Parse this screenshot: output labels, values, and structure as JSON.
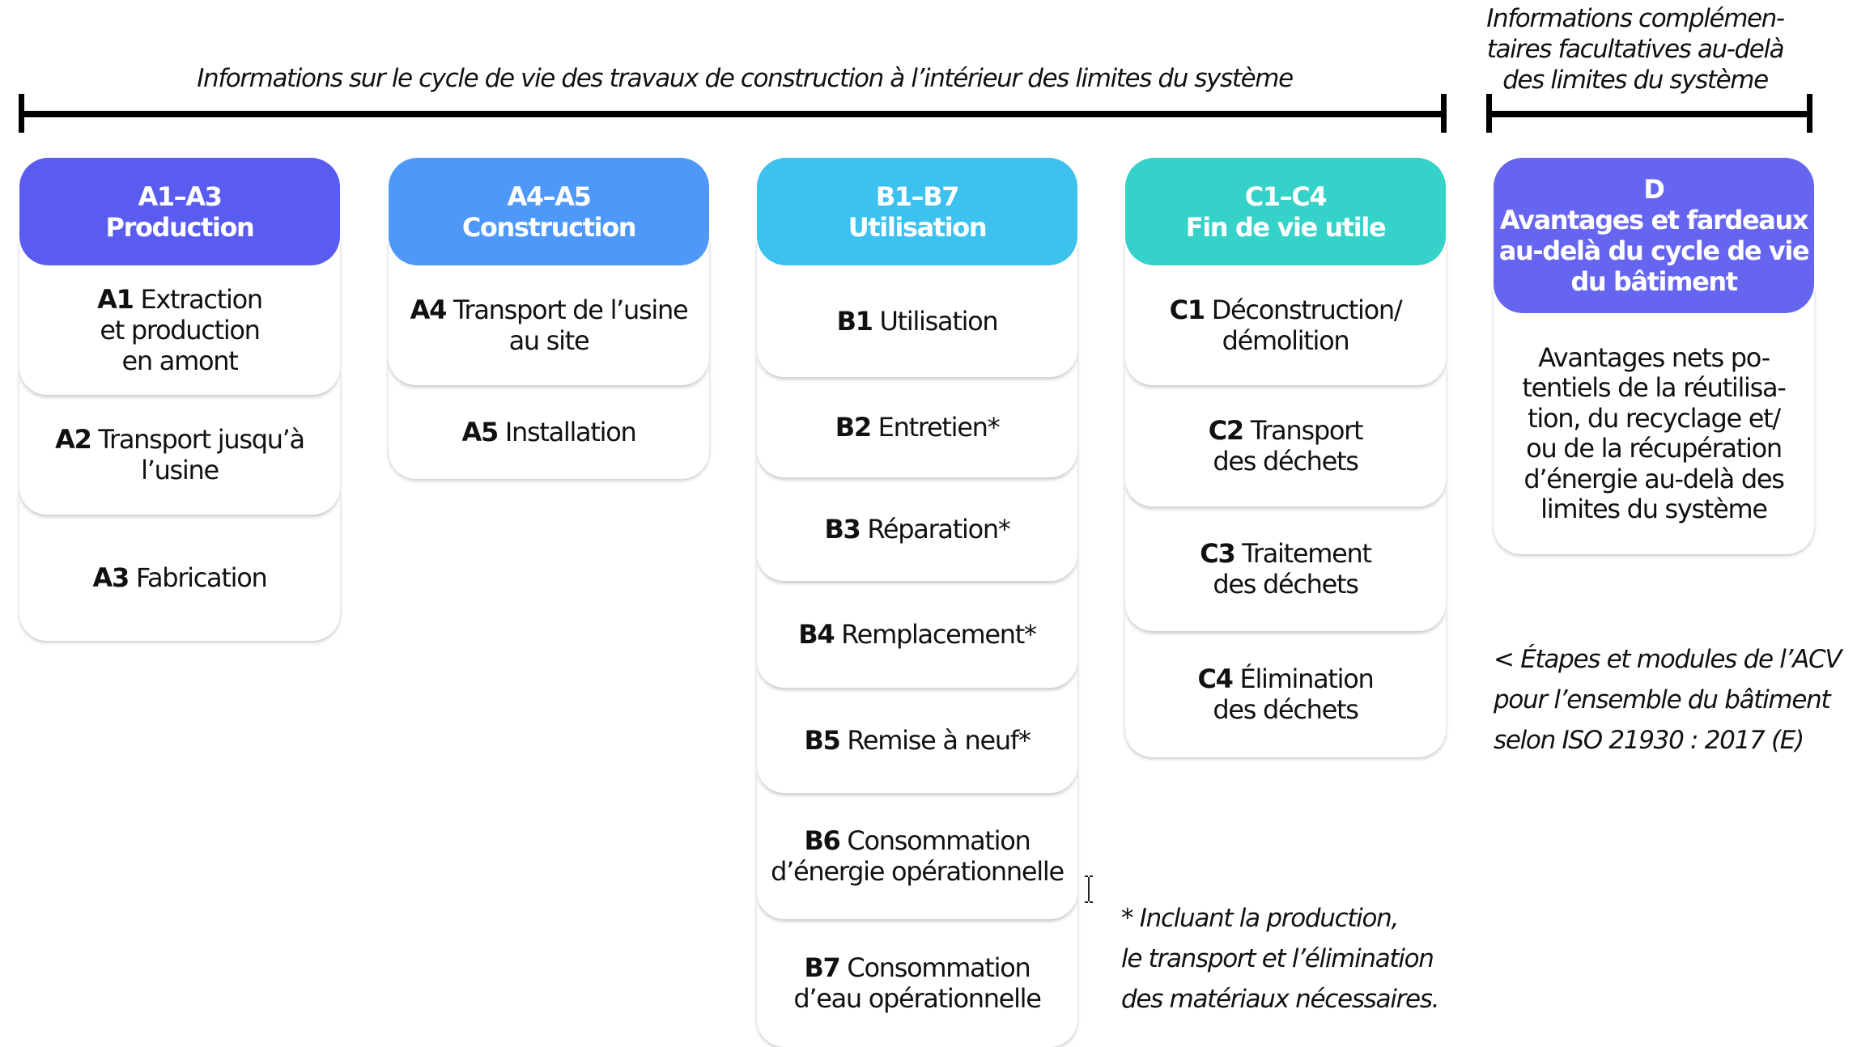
{
  "captions": {
    "system_boundary": "Informations sur le cycle de vie des travaux de construction à l’intérieur des limites du système",
    "beyond_boundary": [
      "Informations complémen-",
      "taires facultatives au-delà",
      "des limites du système"
    ]
  },
  "colors": {
    "a1a3": "#5a5cf0",
    "a4a5": "#4d98f9",
    "b1b7": "#3dc1ef",
    "c1c4": "#34d2c8",
    "d": "#6665ef"
  },
  "columns": {
    "a1a3": {
      "title": [
        "A1–A3",
        "Production"
      ],
      "modules": [
        {
          "code": "A1",
          "lines": [
            " Extraction",
            "et production",
            "en amont"
          ]
        },
        {
          "code": "A2",
          "lines": [
            " Transport jusqu’à",
            "l’usine"
          ]
        },
        {
          "code": "A3",
          "lines": [
            " Fabrication"
          ]
        }
      ]
    },
    "a4a5": {
      "title": [
        "A4–A5",
        "Construction"
      ],
      "modules": [
        {
          "code": "A4",
          "lines": [
            " Transport de l’usine",
            "au site"
          ]
        },
        {
          "code": "A5",
          "lines": [
            " Installation"
          ]
        }
      ]
    },
    "b1b7": {
      "title": [
        "B1–B7",
        "Utilisation"
      ],
      "modules": [
        {
          "code": "B1",
          "lines": [
            " Utilisation"
          ]
        },
        {
          "code": "B2",
          "lines": [
            " Entretien*"
          ]
        },
        {
          "code": "B3",
          "lines": [
            " Réparation*"
          ]
        },
        {
          "code": "B4",
          "lines": [
            " Remplacement*"
          ]
        },
        {
          "code": "B5",
          "lines": [
            " Remise à neuf*"
          ]
        },
        {
          "code": "B6",
          "lines": [
            " Consommation",
            "d’énergie opérationnelle"
          ]
        },
        {
          "code": "B7",
          "lines": [
            " Consommation",
            "d’eau opérationnelle"
          ]
        }
      ]
    },
    "c1c4": {
      "title": [
        "C1–C4",
        "Fin de vie utile"
      ],
      "modules": [
        {
          "code": "C1",
          "lines": [
            " Déconstruction/",
            "démolition"
          ]
        },
        {
          "code": "C2",
          "lines": [
            " Transport",
            "des déchets"
          ]
        },
        {
          "code": "C3",
          "lines": [
            " Traitement",
            "des déchets"
          ]
        },
        {
          "code": "C4",
          "lines": [
            " Élimination",
            "des déchets"
          ]
        }
      ]
    },
    "d": {
      "title": [
        "D",
        "Avantages et fardeaux",
        "au-delà du cycle de vie",
        "du bâtiment"
      ],
      "body": [
        "Avantages nets po-",
        "tentiels de la réutilisa-",
        "tion, du recyclage et/",
        "ou de la récupération",
        "d’énergie au-delà des",
        "limites du système"
      ]
    }
  },
  "notes": {
    "iso": [
      "< Étapes et modules de l’ACV",
      "pour l’ensemble du bâtiment",
      "selon ISO 21930 : 2017 (E)"
    ],
    "footnote": [
      "* Incluant la production,",
      "le transport et l’élimination",
      "des matériaux nécessaires."
    ]
  },
  "icons": {
    "cursor": "text-cursor-icon"
  }
}
